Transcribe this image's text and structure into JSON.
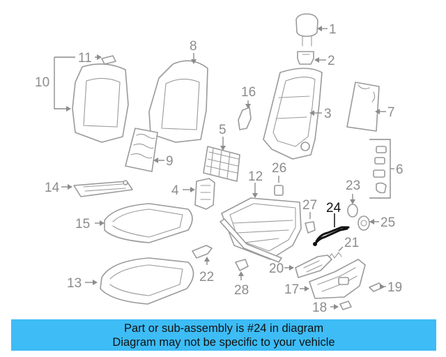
{
  "diagram": {
    "callouts": [
      "1",
      "2",
      "3",
      "4",
      "5",
      "6",
      "7",
      "8",
      "9",
      "10",
      "11",
      "12",
      "13",
      "14",
      "15",
      "16",
      "17",
      "18",
      "19",
      "20",
      "21",
      "22",
      "23",
      "24",
      "25",
      "26",
      "27",
      "28"
    ],
    "highlighted_part": "24"
  },
  "banner": {
    "line1": "Part or sub-assembly is #24 in diagram",
    "line2": "Diagram may not be specific to your vehicle",
    "color": "#3dbcf5"
  }
}
